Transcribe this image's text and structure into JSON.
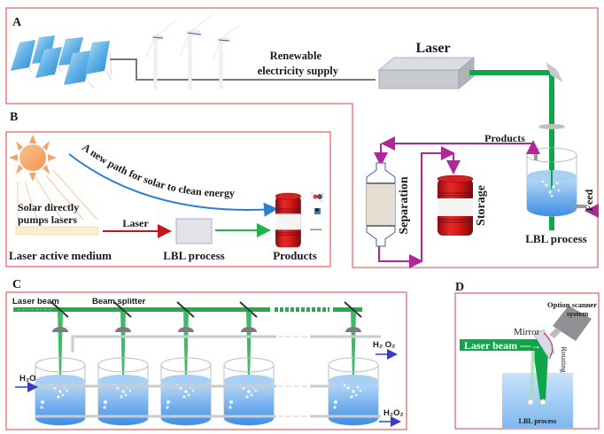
{
  "panels": {
    "A": {
      "label": "A",
      "supply_line1": "Renewable",
      "supply_line2": "electricity supply",
      "laser": "Laser"
    },
    "B": {
      "label": "B",
      "curve_text": "A new path for solar to clean energy",
      "solar_line1": "Solar directly",
      "solar_line2": "pumps lasers",
      "laser_arrow": "Laser",
      "medium": "Laser active medium",
      "lbl": "LBL process",
      "products": "Products",
      "ellipsis": "......"
    },
    "A_right": {
      "products": "Products",
      "separation": "Separation",
      "storage": "Storage",
      "feed": "Feed",
      "lbl": "LBL process"
    },
    "C": {
      "label": "C",
      "laser_beam": "Laser beam",
      "beam_splitter": "Beam splitter",
      "h2o": "H₂O",
      "h2_o2": "H₂  O₂",
      "h2o2": "H₂O₂"
    },
    "D": {
      "label": "D",
      "scanner_line1": "Option scanner",
      "scanner_line2": "system",
      "mirror": "Mirror",
      "laser_beam": "Laser beam —→",
      "rotating": "Rotating",
      "lbl": "LBL process"
    }
  },
  "colors": {
    "frame": "#e36b6b",
    "laser_green": "#0fa64a",
    "flow_magenta": "#b0279a",
    "sky_arrow": "#2b7fd0",
    "red_arrow": "#c0181e",
    "water_blue": "#5aa8ef"
  }
}
